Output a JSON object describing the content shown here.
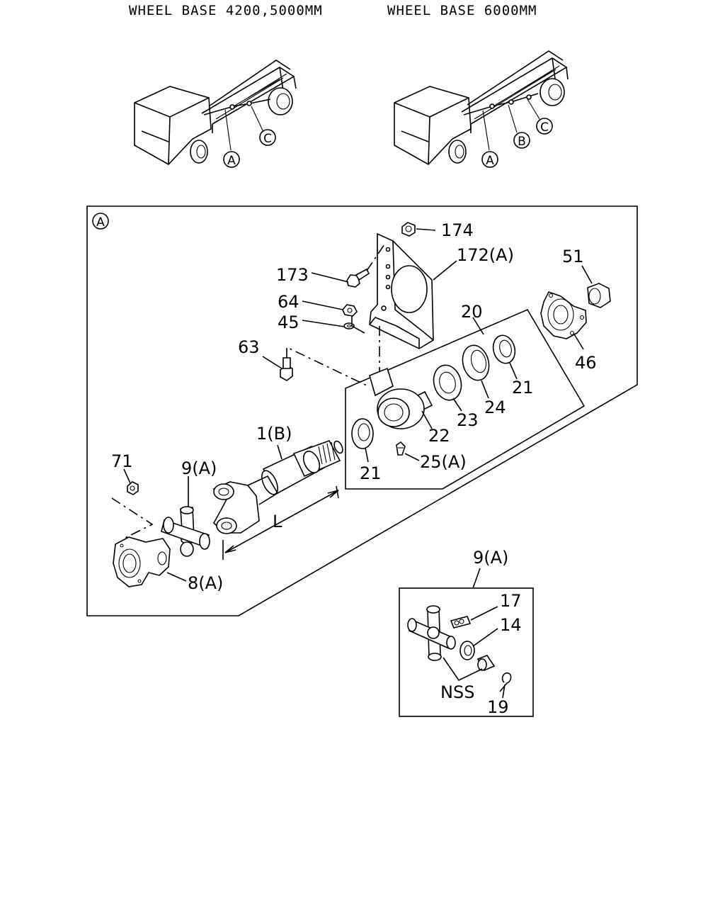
{
  "headers": {
    "left": "WHEEL BASE 4200,5000MM",
    "right": "WHEEL BASE 6000MM"
  },
  "trucks": {
    "left": {
      "markers": [
        "A",
        "C"
      ]
    },
    "right": {
      "markers": [
        "A",
        "B",
        "C"
      ]
    }
  },
  "main_panel": {
    "view_marker": "A",
    "labels": {
      "p174": "174",
      "p172a": "172(A)",
      "p173": "173",
      "p64": "64",
      "p45": "45",
      "p63": "63",
      "p20": "20",
      "p51": "51",
      "p46": "46",
      "p21_upper": "21",
      "p24": "24",
      "p23": "23",
      "p22": "22",
      "p21_lower": "21",
      "p25a": "25(A)",
      "p1b": "1(B)",
      "p71": "71",
      "p9a": "9(A)",
      "p8a": "8(A)",
      "dim_l": "L"
    }
  },
  "detail_panel": {
    "title": "9(A)",
    "labels": {
      "p17": "17",
      "p14": "14",
      "nss": "NSS",
      "p19": "19"
    }
  }
}
